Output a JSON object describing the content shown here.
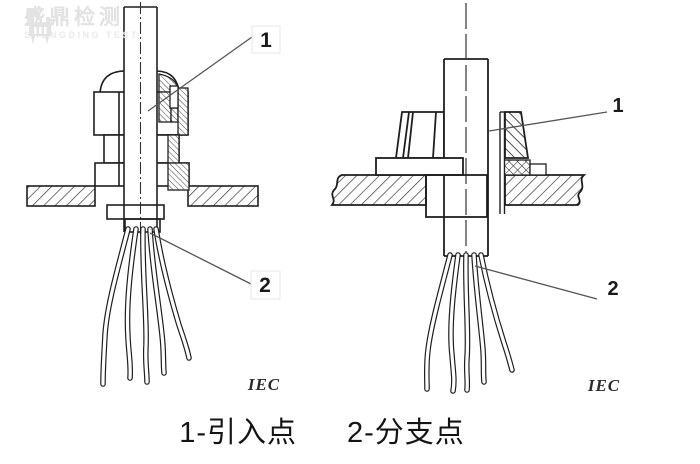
{
  "colors": {
    "background": "#ffffff",
    "line": "#1f1f1f",
    "leader": "#555555",
    "watermark": "#e3e3e3",
    "text": "#111111"
  },
  "watermark": {
    "brand": "盛鼎检测",
    "subtitle": "SHENGDING TEST"
  },
  "figure_left": {
    "callout_1": "1",
    "callout_2": "2",
    "credit": "IEC"
  },
  "figure_right": {
    "callout_1": "1",
    "callout_2": "2",
    "credit": "IEC"
  },
  "caption": {
    "legend_1": "1-引入点",
    "legend_2": "2-分支点"
  }
}
